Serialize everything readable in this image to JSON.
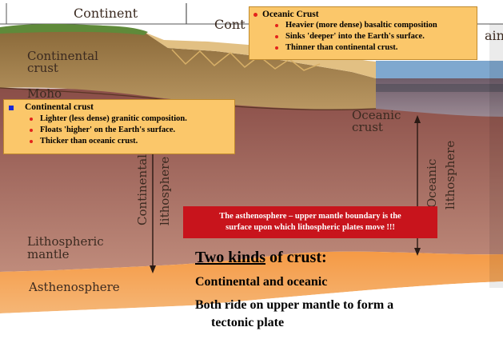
{
  "diagram": {
    "header_left": "Continent",
    "header_mid": "Cont",
    "header_right": "ain",
    "label_continental_crust_1": "Continental",
    "label_continental_crust_2": "crust",
    "label_moho": "Moho",
    "label_oceanic_crust_1": "Oceanic",
    "label_oceanic_crust_2": "crust",
    "label_lithospheric_mantle_1": "Lithospheric",
    "label_lithospheric_mantle_2": "mantle",
    "label_asthenosphere": "Asthenosphere",
    "vertical_continental_1": "Continental",
    "vertical_continental_2": "lithosphere",
    "vertical_oceanic_1": "Oceanic",
    "vertical_oceanic_2": "lithosphere"
  },
  "oceanic_box": {
    "heading": "Oceanic Crust",
    "bullets": [
      "Heavier (more dense) basaltic composition",
      "Sinks 'deeper' into the Earth's surface.",
      "Thinner than continental crust."
    ],
    "marker_color": "#e3231b"
  },
  "continental_box": {
    "heading": "Continental crust",
    "bullets": [
      "Lighter (less dense) granitic composition.",
      "Floats 'higher' on the Earth's surface.",
      "Thicker than oceanic crust."
    ],
    "marker_color": "#1a2ad6"
  },
  "callout": {
    "line1": "The asthenosphere – upper mantle boundary is the",
    "line2": "surface upon which lithospheric plates move !!!"
  },
  "summary": {
    "title_underlined": "Two kinds",
    "title_rest": " of crust:",
    "line1": "Continental and oceanic",
    "line2": "Both ride on upper mantle to form a",
    "line3": "tectonic plate"
  }
}
